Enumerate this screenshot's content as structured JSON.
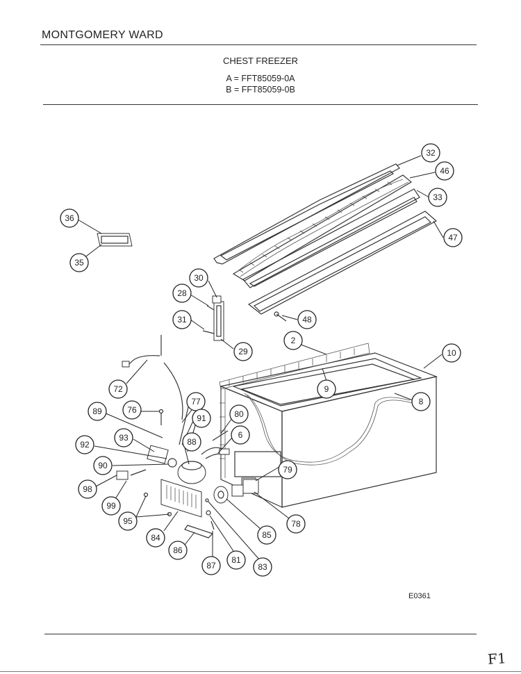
{
  "header": {
    "brand": "MONTGOMERY WARD",
    "title": "CHEST FREEZER",
    "models": [
      "A = FFT85059-0A",
      "B = FFT85059-0B"
    ]
  },
  "diagram": {
    "code": "E0361",
    "handwritten_mark": "F1",
    "callouts": [
      "32",
      "46",
      "33",
      "47",
      "36",
      "35",
      "30",
      "28",
      "31",
      "29",
      "48",
      "2",
      "10",
      "9",
      "8",
      "72",
      "77",
      "76",
      "89",
      "91",
      "80",
      "6",
      "93",
      "88",
      "92",
      "90",
      "79",
      "98",
      "99",
      "95",
      "84",
      "86",
      "87",
      "81",
      "83",
      "85",
      "78"
    ]
  }
}
